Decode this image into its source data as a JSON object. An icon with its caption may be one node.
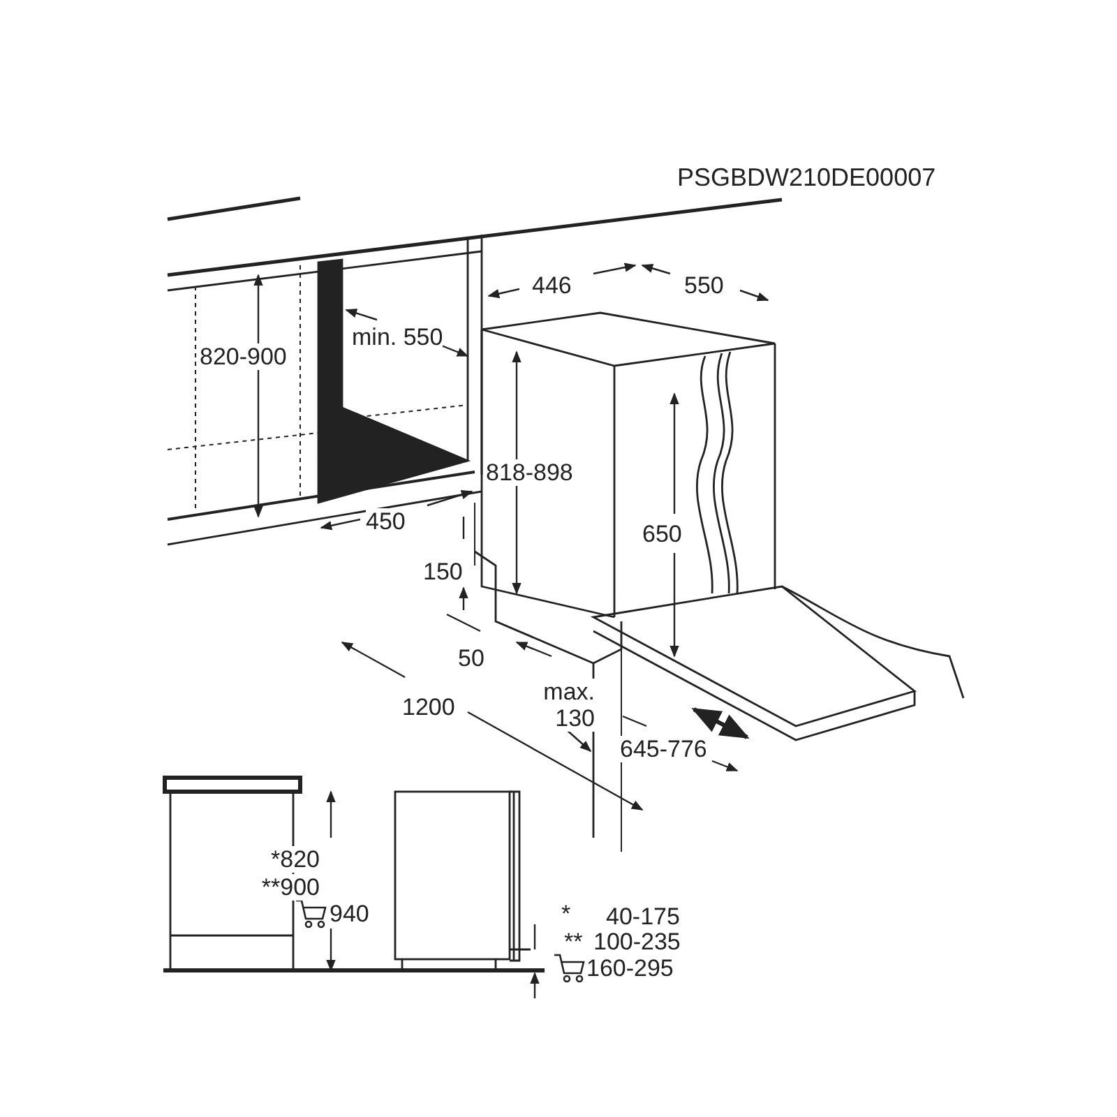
{
  "diagram": {
    "labels": [
      "PSGBDW210DE00007",
      "446",
      "550",
      "820-900",
      "min. 550",
      "818-898",
      "650",
      "450",
      "150",
      "50",
      "max. 130",
      "1200",
      "645-776",
      "*820",
      "**900",
      "940",
      "*",
      "40-175",
      "**",
      "100-235",
      "160-295"
    ]
  }
}
